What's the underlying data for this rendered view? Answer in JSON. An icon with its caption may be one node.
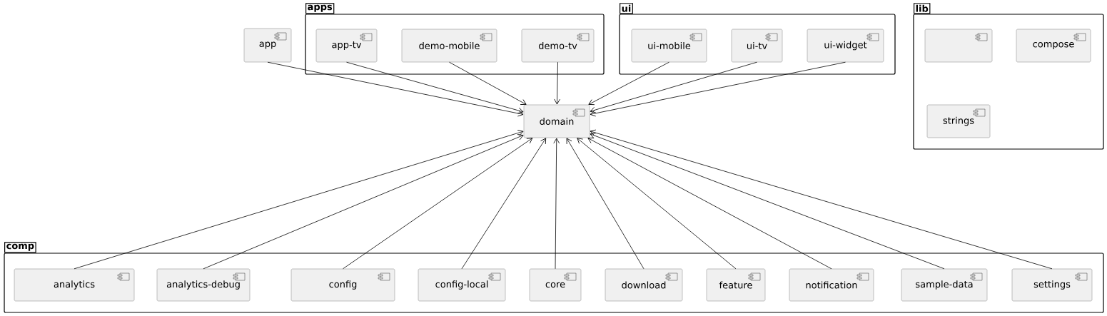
{
  "diagram": {
    "nodes": [
      {
        "text": [
          "app"
        ]
      },
      {
        "text": [
          "apps"
        ]
      },
      {
        "text": [
          "app-tv"
        ],
        "in": 1
      },
      {
        "text": [
          "demo-mobile"
        ],
        "in": 1
      },
      {
        "text": [
          "demo-tv"
        ],
        "in": 1
      },
      {
        "text": [
          "ui"
        ]
      },
      {
        "text": [
          "ui-mobile"
        ],
        "in": 5
      },
      {
        "text": [
          "ui-tv"
        ],
        "in": 5
      },
      {
        "text": [
          "ui-widget"
        ],
        "in": 5
      },
      {
        "text": [
          "lib"
        ]
      },
      {
        "text": [],
        "shape": "box",
        "in": 9
      },
      {
        "text": [
          "compose"
        ],
        "in": 9
      },
      {
        "text": [
          "strings"
        ],
        "in": 9
      },
      {
        "text": [
          "domain"
        ]
      },
      {
        "text": [
          "comp"
        ]
      },
      {
        "text": [
          "analytics"
        ],
        "in": 14
      },
      {
        "text": [
          "analytics-debug"
        ],
        "in": 14
      },
      {
        "text": [
          "config"
        ],
        "in": 14
      },
      {
        "text": [
          "config-local"
        ],
        "in": 14
      },
      {
        "text": [
          "core"
        ],
        "in": 14
      },
      {
        "text": [
          "download"
        ],
        "in": 14
      },
      {
        "text": [
          "feature"
        ],
        "in": 14
      },
      {
        "text": [
          "notification"
        ],
        "in": 14
      },
      {
        "text": [
          "sample-data"
        ],
        "in": 14
      },
      {
        "text": [
          "settings"
        ],
        "in": 14
      }
    ],
    "edges": [
      {
        "from": 0,
        "to": 13,
        "arrow": "to"
      },
      {
        "from": 2,
        "to": 13,
        "arrow": "to"
      },
      {
        "from": 3,
        "to": 13,
        "arrow": "to"
      },
      {
        "from": 4,
        "to": 13,
        "arrow": "to"
      },
      {
        "from": 6,
        "to": 13,
        "arrow": "to"
      },
      {
        "from": 7,
        "to": 13,
        "arrow": "to"
      },
      {
        "from": 8,
        "to": 13,
        "arrow": "to"
      },
      {
        "from": 15,
        "to": 13,
        "arrow": "to"
      },
      {
        "from": 16,
        "to": 13,
        "arrow": "to"
      },
      {
        "from": 17,
        "to": 13,
        "arrow": "to"
      },
      {
        "from": 18,
        "to": 13,
        "arrow": "to"
      },
      {
        "from": 19,
        "to": 13,
        "arrow": "to"
      },
      {
        "from": 20,
        "to": 13,
        "arrow": "to"
      },
      {
        "from": 21,
        "to": 13,
        "arrow": "to"
      },
      {
        "from": 22,
        "to": 13,
        "arrow": "to"
      },
      {
        "from": 23,
        "to": 13,
        "arrow": "to"
      },
      {
        "from": 24,
        "to": 13,
        "arrow": "to"
      }
    ]
  }
}
